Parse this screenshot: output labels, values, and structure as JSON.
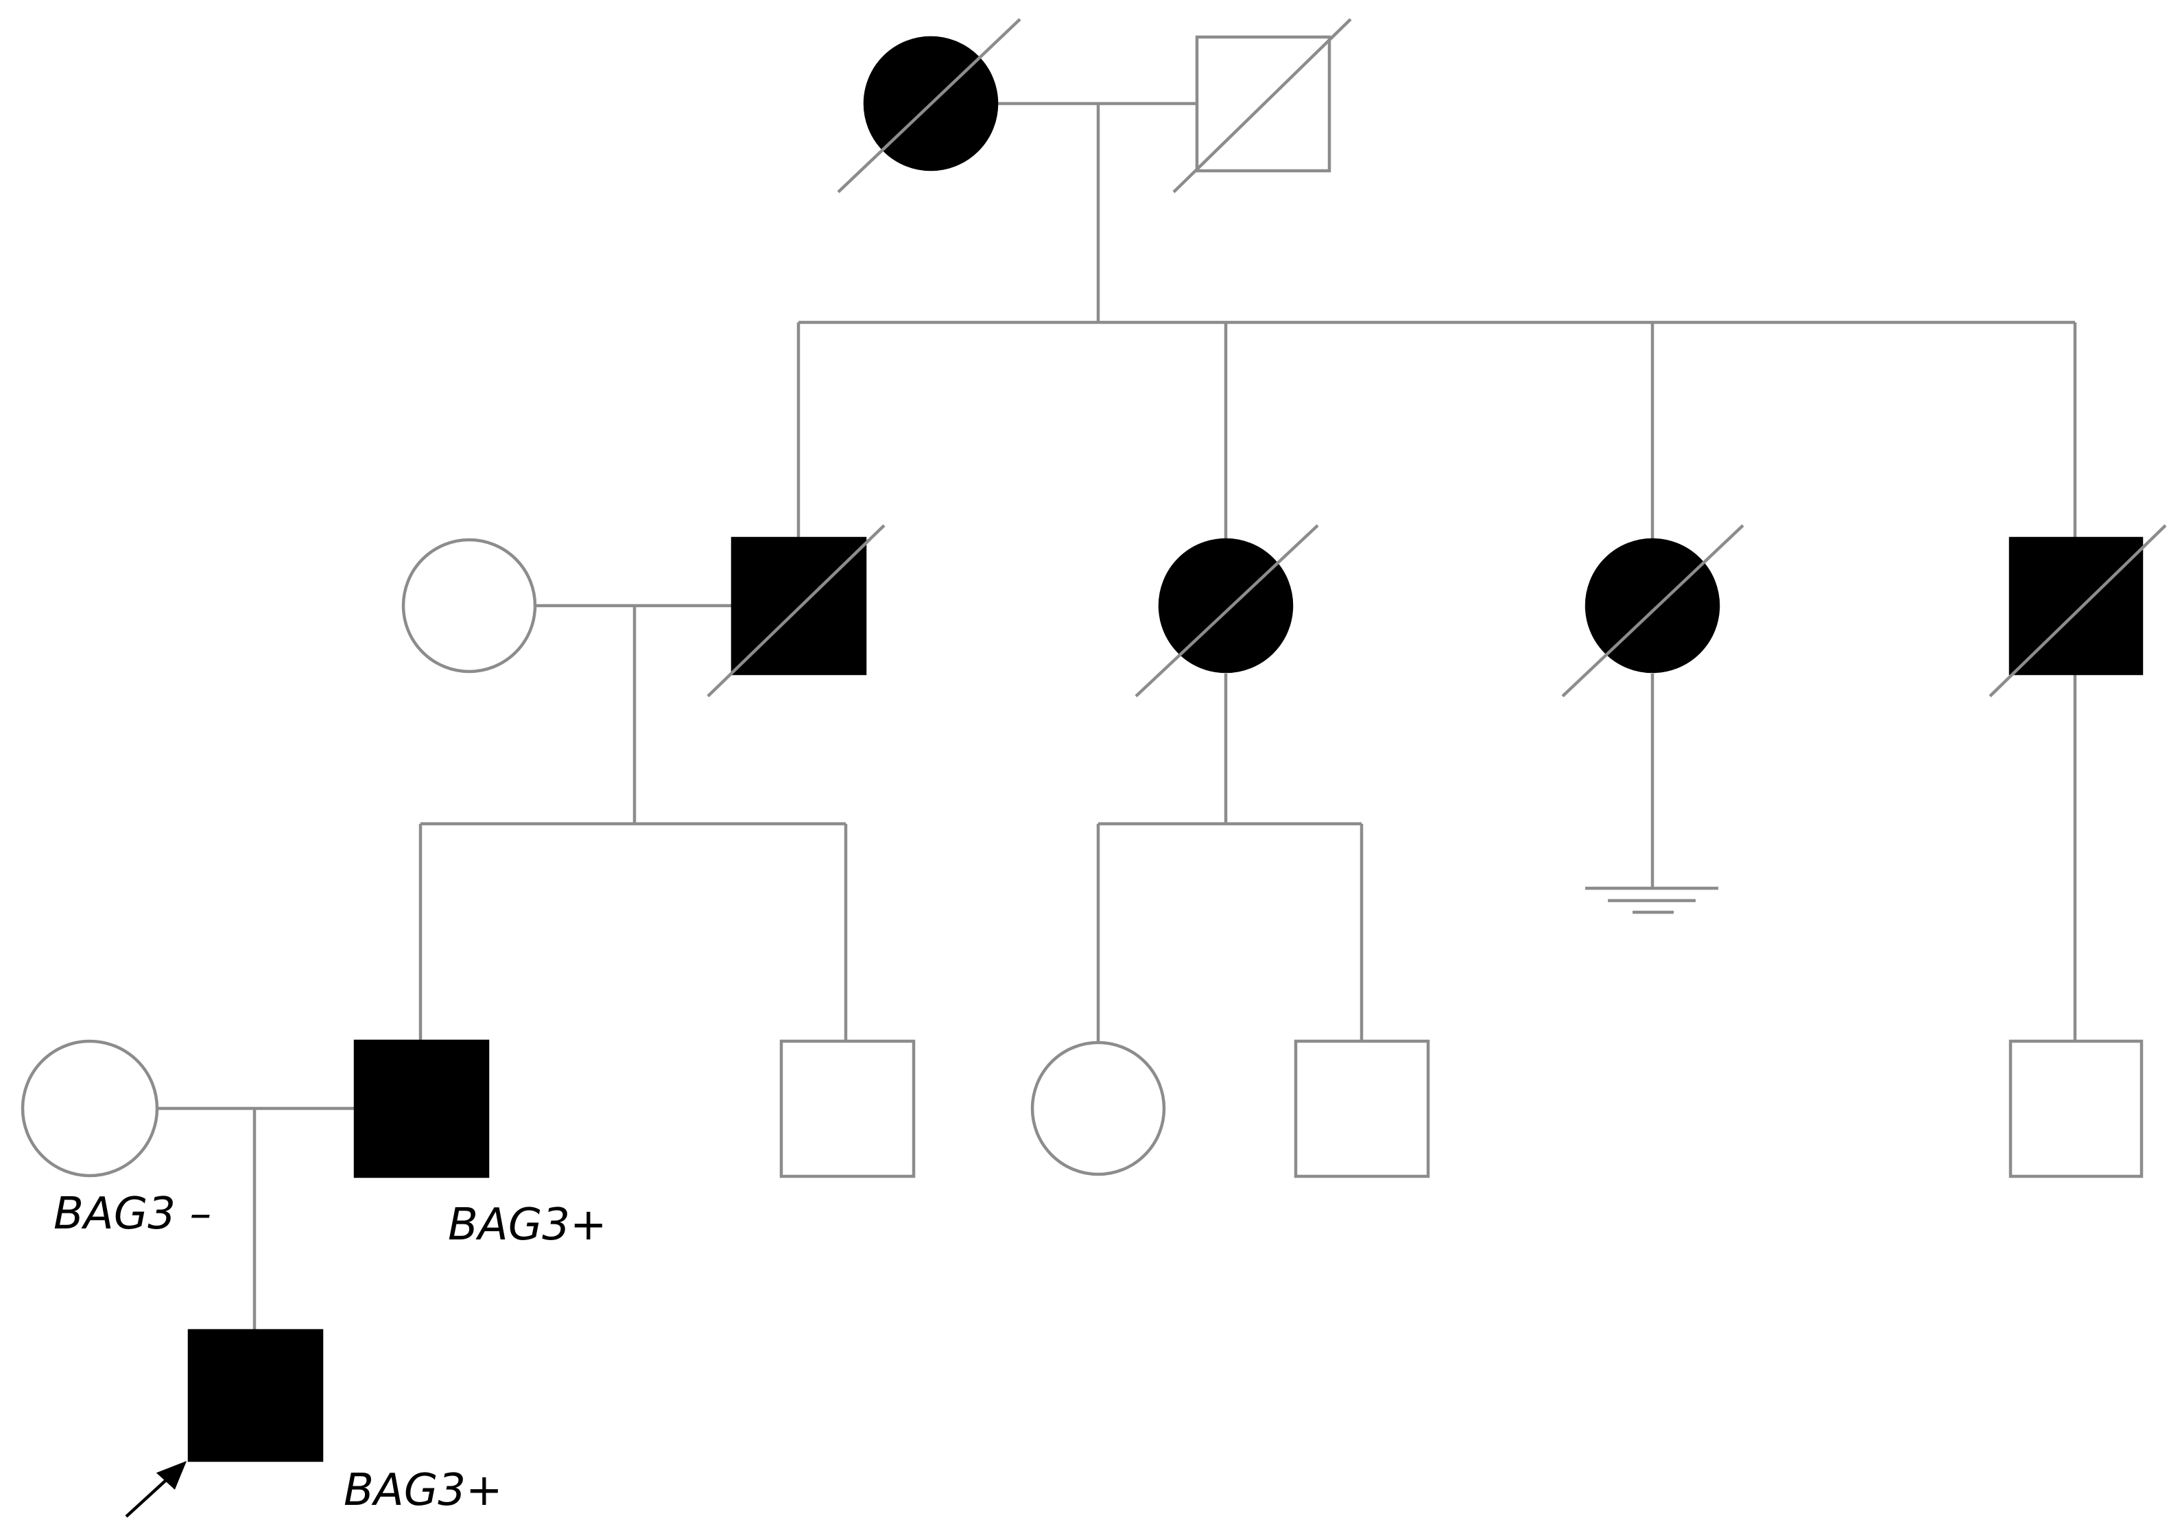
{
  "pedigree": {
    "symbol_meaning": {
      "square": "male",
      "circle": "female",
      "filled": "affected",
      "open": "unaffected",
      "slash": "deceased",
      "arrow": "proband",
      "triple-bar": "no offspring"
    },
    "generation_1": [
      {
        "id": "I-1",
        "sex": "female",
        "affected": true,
        "deceased": true
      },
      {
        "id": "I-2",
        "sex": "male",
        "affected": false,
        "deceased": true
      }
    ],
    "generation_2": [
      {
        "id": "II-1",
        "sex": "female",
        "affected": false,
        "deceased": false
      },
      {
        "id": "II-2",
        "sex": "male",
        "affected": true,
        "deceased": true
      },
      {
        "id": "II-3",
        "sex": "female",
        "affected": true,
        "deceased": true
      },
      {
        "id": "II-4",
        "sex": "female",
        "affected": true,
        "deceased": true,
        "no_offspring": true
      },
      {
        "id": "II-5",
        "sex": "male",
        "affected": true,
        "deceased": true
      }
    ],
    "generation_3": [
      {
        "id": "III-1",
        "sex": "female",
        "affected": false,
        "deceased": false,
        "genotype": "BAG3 –"
      },
      {
        "id": "III-2",
        "sex": "male",
        "affected": true,
        "deceased": false,
        "genotype": "BAG3+"
      },
      {
        "id": "III-3",
        "sex": "male",
        "affected": false,
        "deceased": false
      },
      {
        "id": "III-4",
        "sex": "female",
        "affected": false,
        "deceased": false
      },
      {
        "id": "III-5",
        "sex": "male",
        "affected": false,
        "deceased": false
      },
      {
        "id": "III-6",
        "sex": "male",
        "affected": false,
        "deceased": false
      }
    ],
    "generation_4": [
      {
        "id": "IV-1",
        "sex": "male",
        "affected": true,
        "deceased": false,
        "proband": true,
        "genotype": "BAG3+"
      }
    ]
  }
}
